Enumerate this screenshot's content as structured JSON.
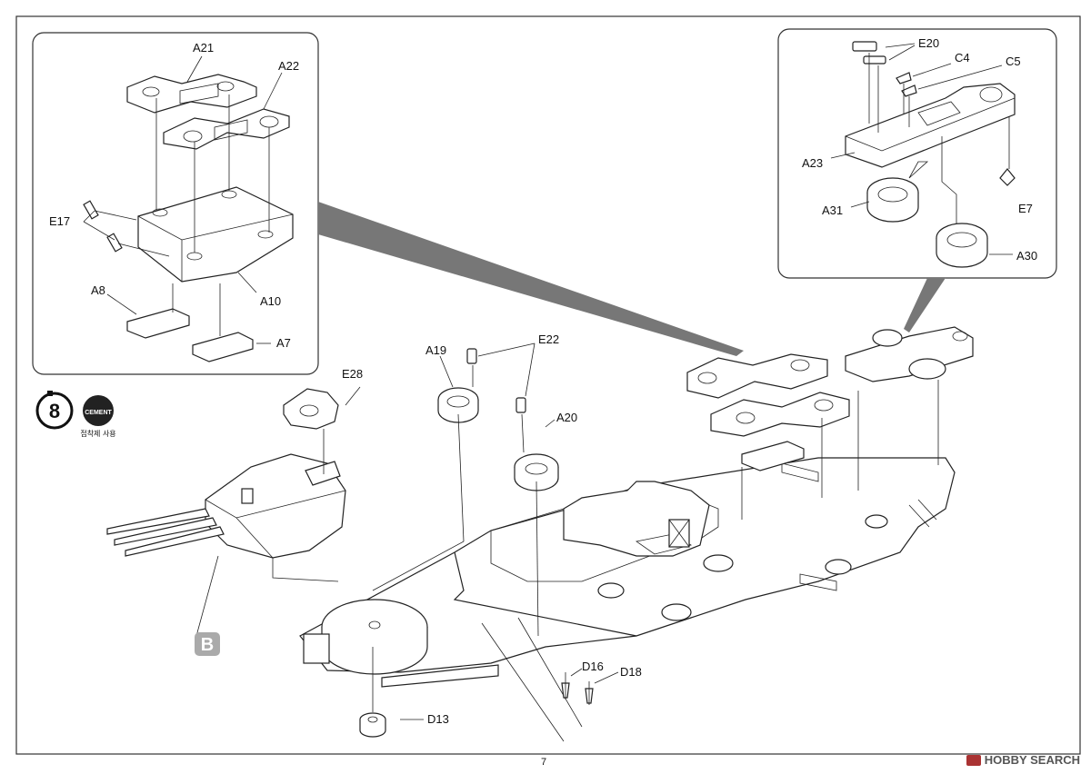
{
  "step": {
    "number": "8",
    "cement_badge": "CEMENT",
    "cement_caption": "접착제 사용"
  },
  "callout_b": "B",
  "page_number": "7",
  "watermark": "HOBBY SEARCH",
  "labels": {
    "A21": "A21",
    "A22": "A22",
    "E17": "E17",
    "A10": "A10",
    "A8": "A8",
    "A7": "A7",
    "E20": "E20",
    "C4": "C4",
    "C5": "C5",
    "A23": "A23",
    "E7": "E7",
    "A31": "A31",
    "A30": "A30",
    "E28": "E28",
    "A19": "A19",
    "E22": "E22",
    "A20": "A20",
    "D16": "D16",
    "D18": "D18",
    "D13": "D13"
  }
}
